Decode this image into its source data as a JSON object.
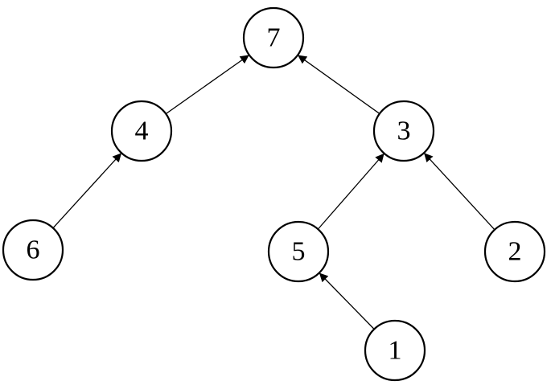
{
  "diagram": {
    "type": "tree",
    "nodes": [
      {
        "id": "n7",
        "label": "7"
      },
      {
        "id": "n4",
        "label": "4"
      },
      {
        "id": "n3",
        "label": "3"
      },
      {
        "id": "n6",
        "label": "6"
      },
      {
        "id": "n5",
        "label": "5"
      },
      {
        "id": "n2",
        "label": "2"
      },
      {
        "id": "n1",
        "label": "1"
      }
    ],
    "edges": [
      {
        "from": "n4",
        "to": "n7"
      },
      {
        "from": "n3",
        "to": "n7"
      },
      {
        "from": "n6",
        "to": "n4"
      },
      {
        "from": "n5",
        "to": "n3"
      },
      {
        "from": "n2",
        "to": "n3"
      },
      {
        "from": "n1",
        "to": "n5"
      }
    ]
  },
  "colors": {
    "stroke": "#000000",
    "fill": "#ffffff"
  }
}
